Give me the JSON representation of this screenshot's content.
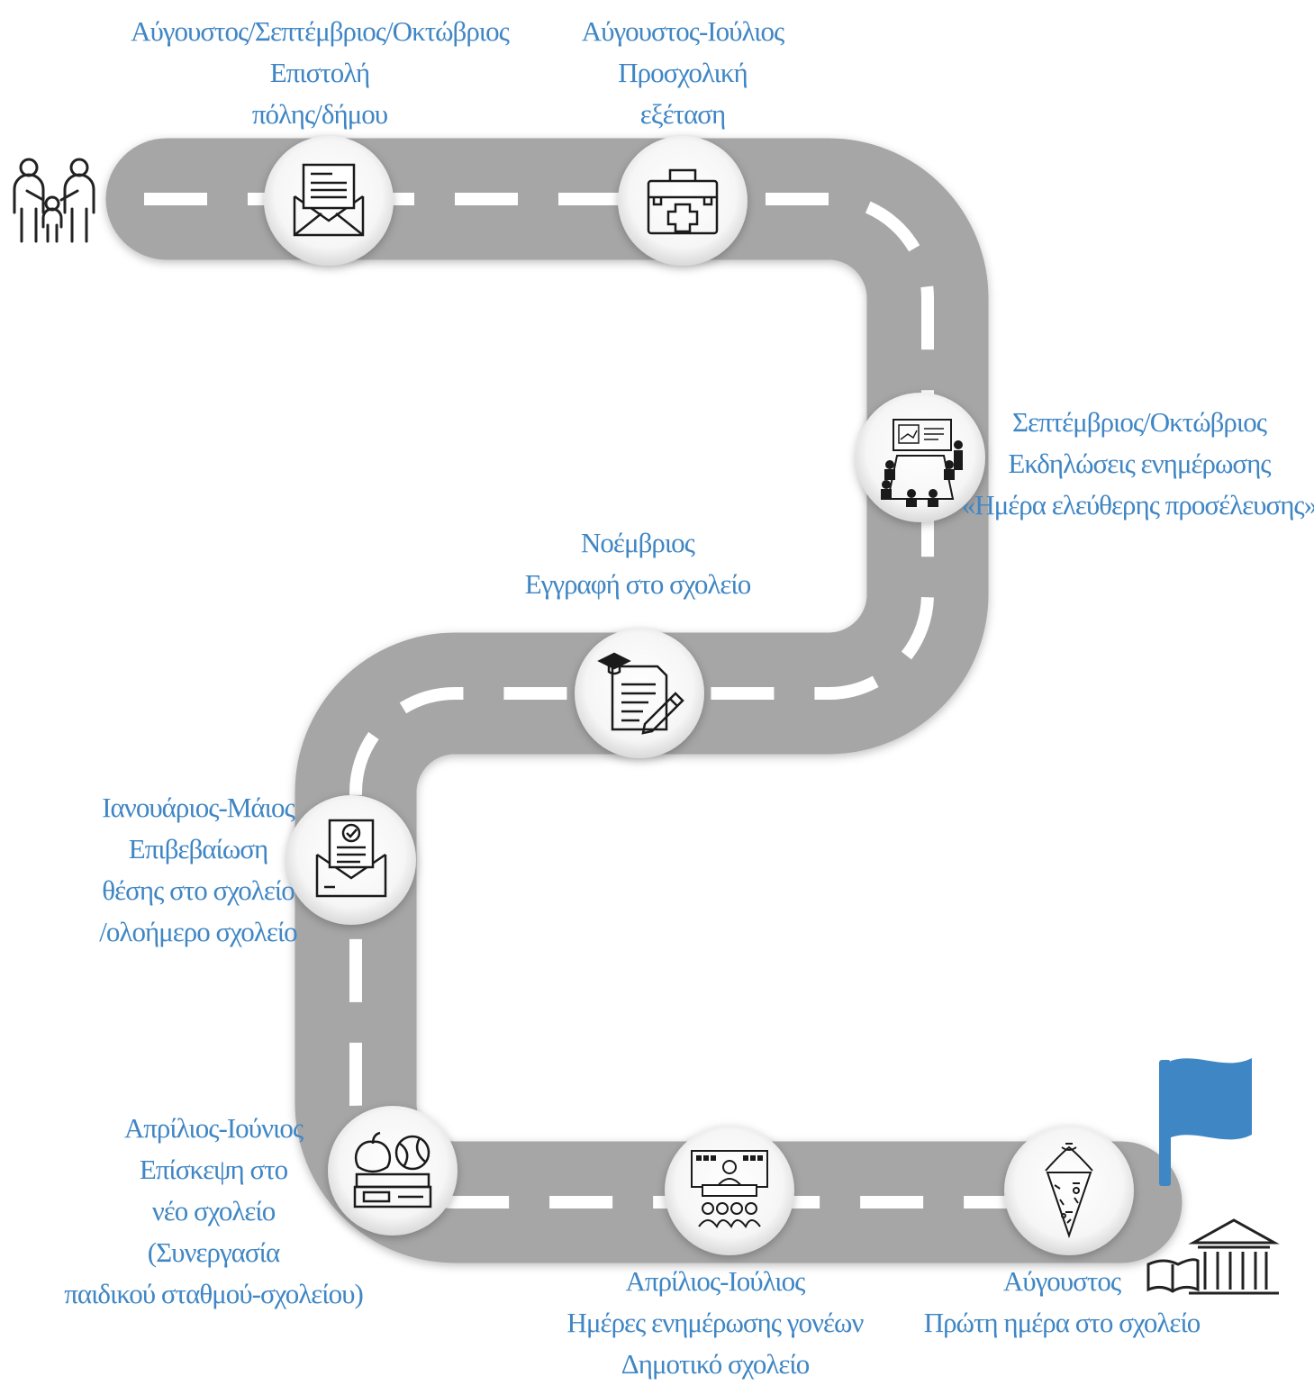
{
  "colors": {
    "road": "#a6a6a6",
    "dash": "#ffffff",
    "label": "#3f86c4",
    "flag": "#3f86c4",
    "icon": "#1a1a1a"
  },
  "steps": [
    {
      "icon": "envelope-letter-icon",
      "lines": [
        "Αύγουστος/Σεπτέμβριος/Οκτώβριος",
        "Επιστολή",
        "πόλης/δήμου"
      ]
    },
    {
      "icon": "first-aid-kit-icon",
      "lines": [
        "Αύγουστος-Ιούλιος",
        "Προσχολική",
        "εξέταση"
      ]
    },
    {
      "icon": "presentation-meeting-icon",
      "lines": [
        "Σεπτέμβριος/Οκτώβριος",
        "Εκδηλώσεις ενημέρωσης",
        "«Ημέρα ελεύθερης προσέλευσης»"
      ]
    },
    {
      "icon": "enrollment-document-icon",
      "lines": [
        "Νοέμβριος",
        "Εγγραφή στο σχολείο"
      ]
    },
    {
      "icon": "approved-letter-icon",
      "lines": [
        "Ιανουάριος-Μάιος",
        "Επιβεβαίωση",
        "θέσης στο σχολείο",
        "/ολοήμερο σχολείο"
      ]
    },
    {
      "icon": "school-supplies-icon",
      "lines": [
        "Απρίλιος-Ιούνιος",
        "Επίσκεψη στο",
        "νέο σχολείο",
        "(Συνεργασία",
        "παιδικού σταθμού-σχολείου)"
      ]
    },
    {
      "icon": "parents-meeting-icon",
      "lines": [
        "Απρίλιος-Ιούλιος",
        "Ημέρες ενημέρωσης γονέων",
        "Δημοτικό σχολείο"
      ]
    },
    {
      "icon": "school-cone-icon",
      "lines": [
        "Αύγουστος",
        "Πρώτη ημέρα στο σχολείο"
      ]
    }
  ]
}
